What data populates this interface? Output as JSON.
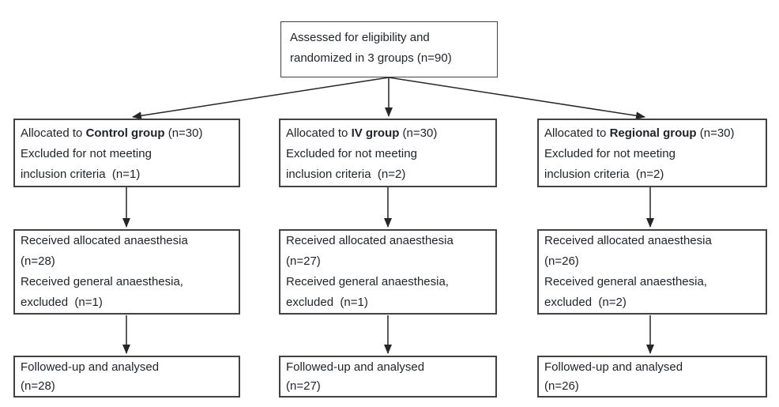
{
  "colors": {
    "background": "#ffffff",
    "box_border": "#424242",
    "text": "#1f2229",
    "arrow": "#26262a"
  },
  "flowchart": {
    "top_box": {
      "lines": [
        "Assessed for eligibility and",
        "randomized in 3 groups (n=90)"
      ]
    },
    "columns": [
      {
        "key": "control",
        "allocated": {
          "prefix": "Allocated to ",
          "group": "Control group",
          "suffix": " (n=30)",
          "line2": "Excluded for not meeting",
          "line3": "inclusion criteria  (n=1)"
        },
        "received": {
          "lines": [
            "Received allocated anaesthesia",
            "(n=28)",
            "Received general anaesthesia,",
            "excluded  (n=1)"
          ]
        },
        "followed": {
          "lines": [
            "Followed-up and analysed",
            "(n=28)"
          ]
        }
      },
      {
        "key": "iv",
        "allocated": {
          "prefix": "Allocated to ",
          "group": "IV group",
          "suffix": " (n=30)",
          "line2": "Excluded for not meeting",
          "line3": "inclusion criteria  (n=2)"
        },
        "received": {
          "lines": [
            "Received allocated anaesthesia",
            "(n=27)",
            "Received general anaesthesia,",
            "excluded  (n=1)"
          ]
        },
        "followed": {
          "lines": [
            "Followed-up and analysed",
            "(n=27)"
          ]
        }
      },
      {
        "key": "regional",
        "allocated": {
          "prefix": "Allocated to ",
          "group": "Regional group",
          "suffix": " (n=30)",
          "line2": "Excluded for not meeting",
          "line3": "inclusion criteria  (n=2)"
        },
        "received": {
          "lines": [
            "Received allocated anaesthesia",
            "(n=26)",
            "Received general anaesthesia,",
            "excluded  (n=2)"
          ]
        },
        "followed": {
          "lines": [
            "Followed-up and analysed",
            "(n=26)"
          ]
        }
      }
    ]
  }
}
